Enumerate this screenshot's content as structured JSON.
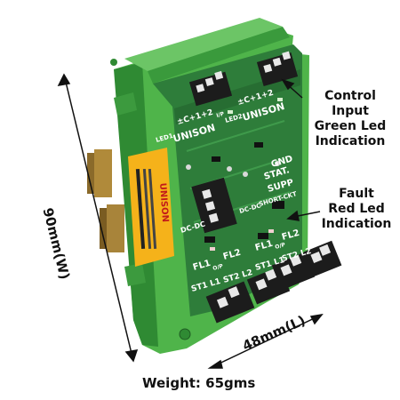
{
  "annotations": {
    "control": [
      "Control",
      "Input",
      "Green Led",
      "Indication"
    ],
    "fault": [
      "Fault",
      "Red Led",
      "Indication"
    ],
    "width_dim": "90mm(W)",
    "length_dim": "48mm(L)",
    "weight": "Weight: 65gms"
  },
  "board": {
    "brand": "UNISON",
    "silk_polarity": "±C+1+2",
    "silk_io": "I/P",
    "silk_led": "LED1",
    "silk_led2": "LED2",
    "status_labels": [
      "GND",
      "STAT.",
      "SUPP"
    ],
    "short_ckt": "SHORT-CKT",
    "dc_dc": "DC-DC",
    "fl1": "FL1",
    "fl2": "FL2",
    "op": "O/P",
    "st1l1": "ST1 L1",
    "st2l2": "ST2 L2",
    "sticker_brand": "UNISON"
  },
  "colors": {
    "housing": "#4fb44a",
    "housing_dark": "#2f8a33",
    "pcb": "#2e7d3a",
    "connector": "#1c1c1c",
    "sticker": "#f5b21a"
  }
}
